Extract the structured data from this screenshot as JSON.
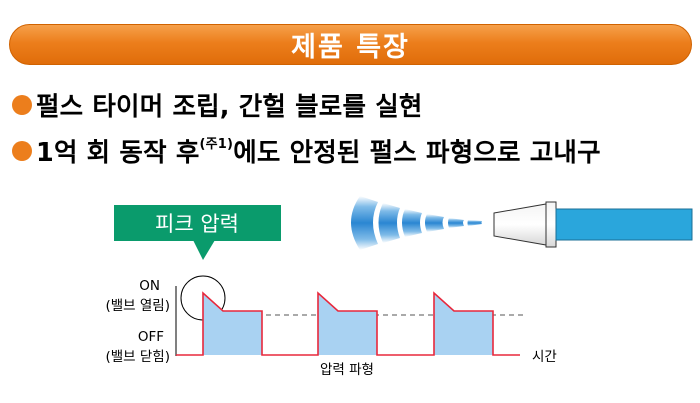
{
  "banner": {
    "title": "제품 특장"
  },
  "bullets": [
    {
      "text": "펄스 타이머 조립, 간헐 블로를 실현"
    },
    {
      "text_before": "1억 회 동작 후",
      "superscript": "(주1)",
      "text_after": "에도 안정된 펄스 파형으로 고내구"
    }
  ],
  "diagram": {
    "callout": "피크 압력",
    "on_label": "ON",
    "on_sub": "(밸브 열림)",
    "off_label": "OFF",
    "off_sub": "(밸브 닫힘)",
    "x_label": "압력 파형",
    "time_label": "시간"
  },
  "colors": {
    "accent": "#ec7e1c",
    "callout": "#0a9b6c",
    "waveform_line": "#e8283c",
    "waveform_fill": "#a9d2f2",
    "nozzle": "#2aa6dc"
  }
}
